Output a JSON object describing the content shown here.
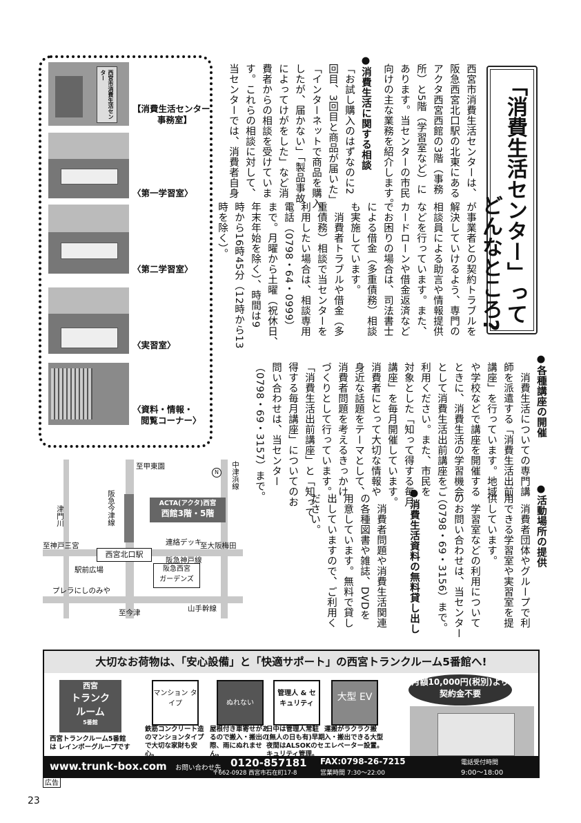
{
  "title": {
    "line1": "「消費生活センター」って",
    "line2": "どんなところ?"
  },
  "body": [
    "西宮市消費生活センターは、",
    "阪急西宮北口駅の北東にある",
    "アクタ西宮西館の3階（事務",
    "所）と5階（学習室など）に",
    "あります。当センターの市民",
    "向けの主な業務を紹介します。"
  ],
  "section1": {
    "heading": "●消費生活に関する相談",
    "lines": [
      "「お試し購入のはずなのに2",
      "回目、3回目と商品が届いた」",
      "「インターネットで商品を購入",
      "したが、届かない」「製品事故",
      "によってけがをした」など消",
      "費者からの相談を受けていま",
      "す。これらの相談に対して、",
      "当センターでは、消費者自身",
      "が事業者との契約トラブルを",
      "解決していけるよう、専門の",
      "相談員による助言や情報提供",
      "などを行っています。また、",
      "カードローンや借金返済など",
      "でお困りの場合は、司法書士",
      "による借金（多重債務）相談",
      "も実施しています。",
      "　消費者トラブルや借金（多",
      "重債務）相談で当センターを",
      "利用したい場合は、相談専用",
      "電話（0798・64・0999）",
      "まで。月曜から土曜（祝休日、",
      "年末年始を除く）、時間は9",
      "時から16時45分（12時から13",
      "時を除く）。"
    ]
  },
  "section2": {
    "heading": "●各種講座の開催",
    "lines": [
      "　消費生活についての専門講",
      "師を派遣する「消費生活出前",
      "講座」を行っています。地域",
      "や学校などで講座を開催する",
      "ときに、消費生活の学習機会",
      "として消費生活出前講座をご",
      "利用ください。また、市民を",
      "対象とした「知って得する毎月",
      "講座」を毎月開催しています。",
      "消費者にとって大切な情報や",
      "身近な話題をテーマとして、",
      "消費者問題を考えるきっかけ",
      "づくりとして行っています。",
      "「消費生活出前講座」と「知って",
      "得する毎月講座」についてのお",
      "問い合わせは、当センター",
      "（0798・69・3157）まで。"
    ]
  },
  "section3": {
    "heading": "●活動場所の提供",
    "lines": [
      "　消費者団体やグループで利",
      "用できる学習室や実習室を提",
      "供しています。",
      "　学習室などの利用について",
      "のお問い合わせは、当センター",
      "（0798・69・3156）まで。"
    ]
  },
  "section4": {
    "heading": "●消費生活資料の無料貸し出し",
    "lines": [
      "　消費者問題や消費生活関連",
      "の各種図書や雑誌、DVDを",
      "用意しています。無料で貸し",
      "出していますので、ご利用く",
      "ださい。"
    ]
  },
  "photos": [
    {
      "caption1": "【消費生活センター",
      "caption2": "事務室】",
      "sign": "西宮市消費生活センター"
    },
    {
      "caption1": "〈第一学習室〉",
      "caption2": ""
    },
    {
      "caption1": "〈第二学習室〉",
      "caption2": ""
    },
    {
      "caption1": "〈実習室〉",
      "caption2": ""
    },
    {
      "caption1": "〈資料・情報・",
      "caption2": "閲覧コーナー〉"
    }
  ],
  "map": {
    "north": "N",
    "labels": {
      "kotoen": "至甲東園",
      "nakatsu": "中津浜線",
      "tsumon": "津門川",
      "hankyu_imazu": "阪急今津線",
      "acta": "ACTA(アクタ)西宮",
      "acta_floor": "西館3階・5階",
      "renraku": "連絡デッキ",
      "kobe_sannomiya": "至神戸三宮",
      "osaka_umeda": "至大阪梅田",
      "station": "西宮北口駅",
      "hankyu_kobe": "阪急神戸線",
      "ekimae": "駅前広場",
      "gardens1": "阪急西宮",
      "gardens2": "ガーデンズ",
      "prerenishinomiya": "プレラにしのみや",
      "imazu": "至今津",
      "yamate": "山手幹線"
    }
  },
  "ad": {
    "headline": "大切なお荷物は、「安心設備」と「快適サポート」の西宮トランクルーム5番館へ!",
    "logo": {
      "line1": "西宮",
      "line2": "トランク",
      "line3": "ルーム",
      "badge": "5番館"
    },
    "logo_caption": "西宮トランクルーム5番館は レインボーグループです",
    "features": [
      {
        "icon": "マンション タイプ",
        "desc": "鉄筋コンクリート造のマンションタイプで大切な家財も安心。"
      },
      {
        "icon": "ぬれない",
        "desc": "屋根付き車寄せがあるので搬入・搬出の際、雨にぬれません。"
      },
      {
        "icon": "管理人 & セキュリティ",
        "desc": "日中は管理人常駐(無人の日も有)早期夜間はALSOKのセキュリティ管理。"
      },
      {
        "icon": "大型 EV",
        "desc": "運搬がラクラク搬入・搬出できる大型エレベーター設置。"
      }
    ],
    "price1": "月額10,000円(税別)より",
    "price2": "契約金不要",
    "url": "www.trunk-box.com",
    "inquiry": "お問い合わせ先",
    "freecall": "0120-857181",
    "fax": "FAX:0798-26-7215",
    "address": "〒662-0928 西宮市石在町17-8",
    "hours": "営業時間 7:30〜22:00",
    "tel_hours_label": "電話受付時間",
    "tel_hours": "9:00〜18:00",
    "tag": "広告"
  },
  "page_number": "23"
}
